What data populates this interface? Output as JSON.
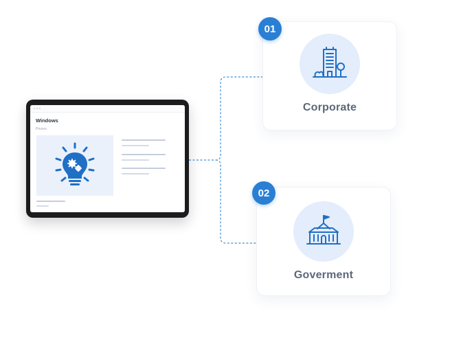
{
  "tablet": {
    "window_title": "Windows",
    "window_subtitle": "Pourvo"
  },
  "nodes": [
    {
      "number": "01",
      "label": "Corporate",
      "icon": "office-building-icon"
    },
    {
      "number": "02",
      "label": "Goverment",
      "icon": "government-building-icon"
    }
  ],
  "colors": {
    "accent": "#2a7fd4",
    "icon_stroke": "#1f6fc5",
    "icon_bg": "#e3edfb",
    "connector": "#3d8fd8",
    "label": "#5c6878"
  }
}
